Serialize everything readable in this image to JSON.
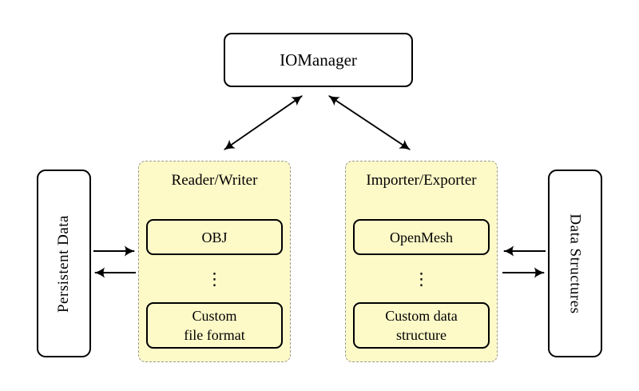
{
  "nodes": {
    "iomanager": {
      "label": "IOManager"
    },
    "persistent_data": {
      "label": "Persistent Data"
    },
    "data_structures": {
      "label": "Data Structures"
    }
  },
  "groups": {
    "reader_writer": {
      "title": "Reader/Writer",
      "top_item": "OBJ",
      "ellipsis": "⋮",
      "bottom_item_lines": [
        "Custom",
        "file format"
      ]
    },
    "importer_exporter": {
      "title": "Importer/Exporter",
      "top_item": "OpenMesh",
      "ellipsis": "⋮",
      "bottom_item_lines": [
        "Custom data",
        "structure"
      ]
    }
  },
  "edges": [
    {
      "from": "IOManager",
      "to": "Reader/Writer",
      "type": "bidirectional"
    },
    {
      "from": "IOManager",
      "to": "Importer/Exporter",
      "type": "bidirectional"
    },
    {
      "from": "Persistent Data",
      "to": "Reader/Writer",
      "type": "arrow"
    },
    {
      "from": "Reader/Writer",
      "to": "Persistent Data",
      "type": "arrow"
    },
    {
      "from": "Data Structures",
      "to": "Importer/Exporter",
      "type": "arrow"
    },
    {
      "from": "Importer/Exporter",
      "to": "Data Structures",
      "type": "arrow"
    }
  ],
  "colors": {
    "group_fill": "#FDFAC8",
    "group_border": "#9A9A9A",
    "node_border": "#000000",
    "node_fill": "#FFFFFF",
    "arrow": "#000000",
    "background": "#FFFFFF"
  }
}
